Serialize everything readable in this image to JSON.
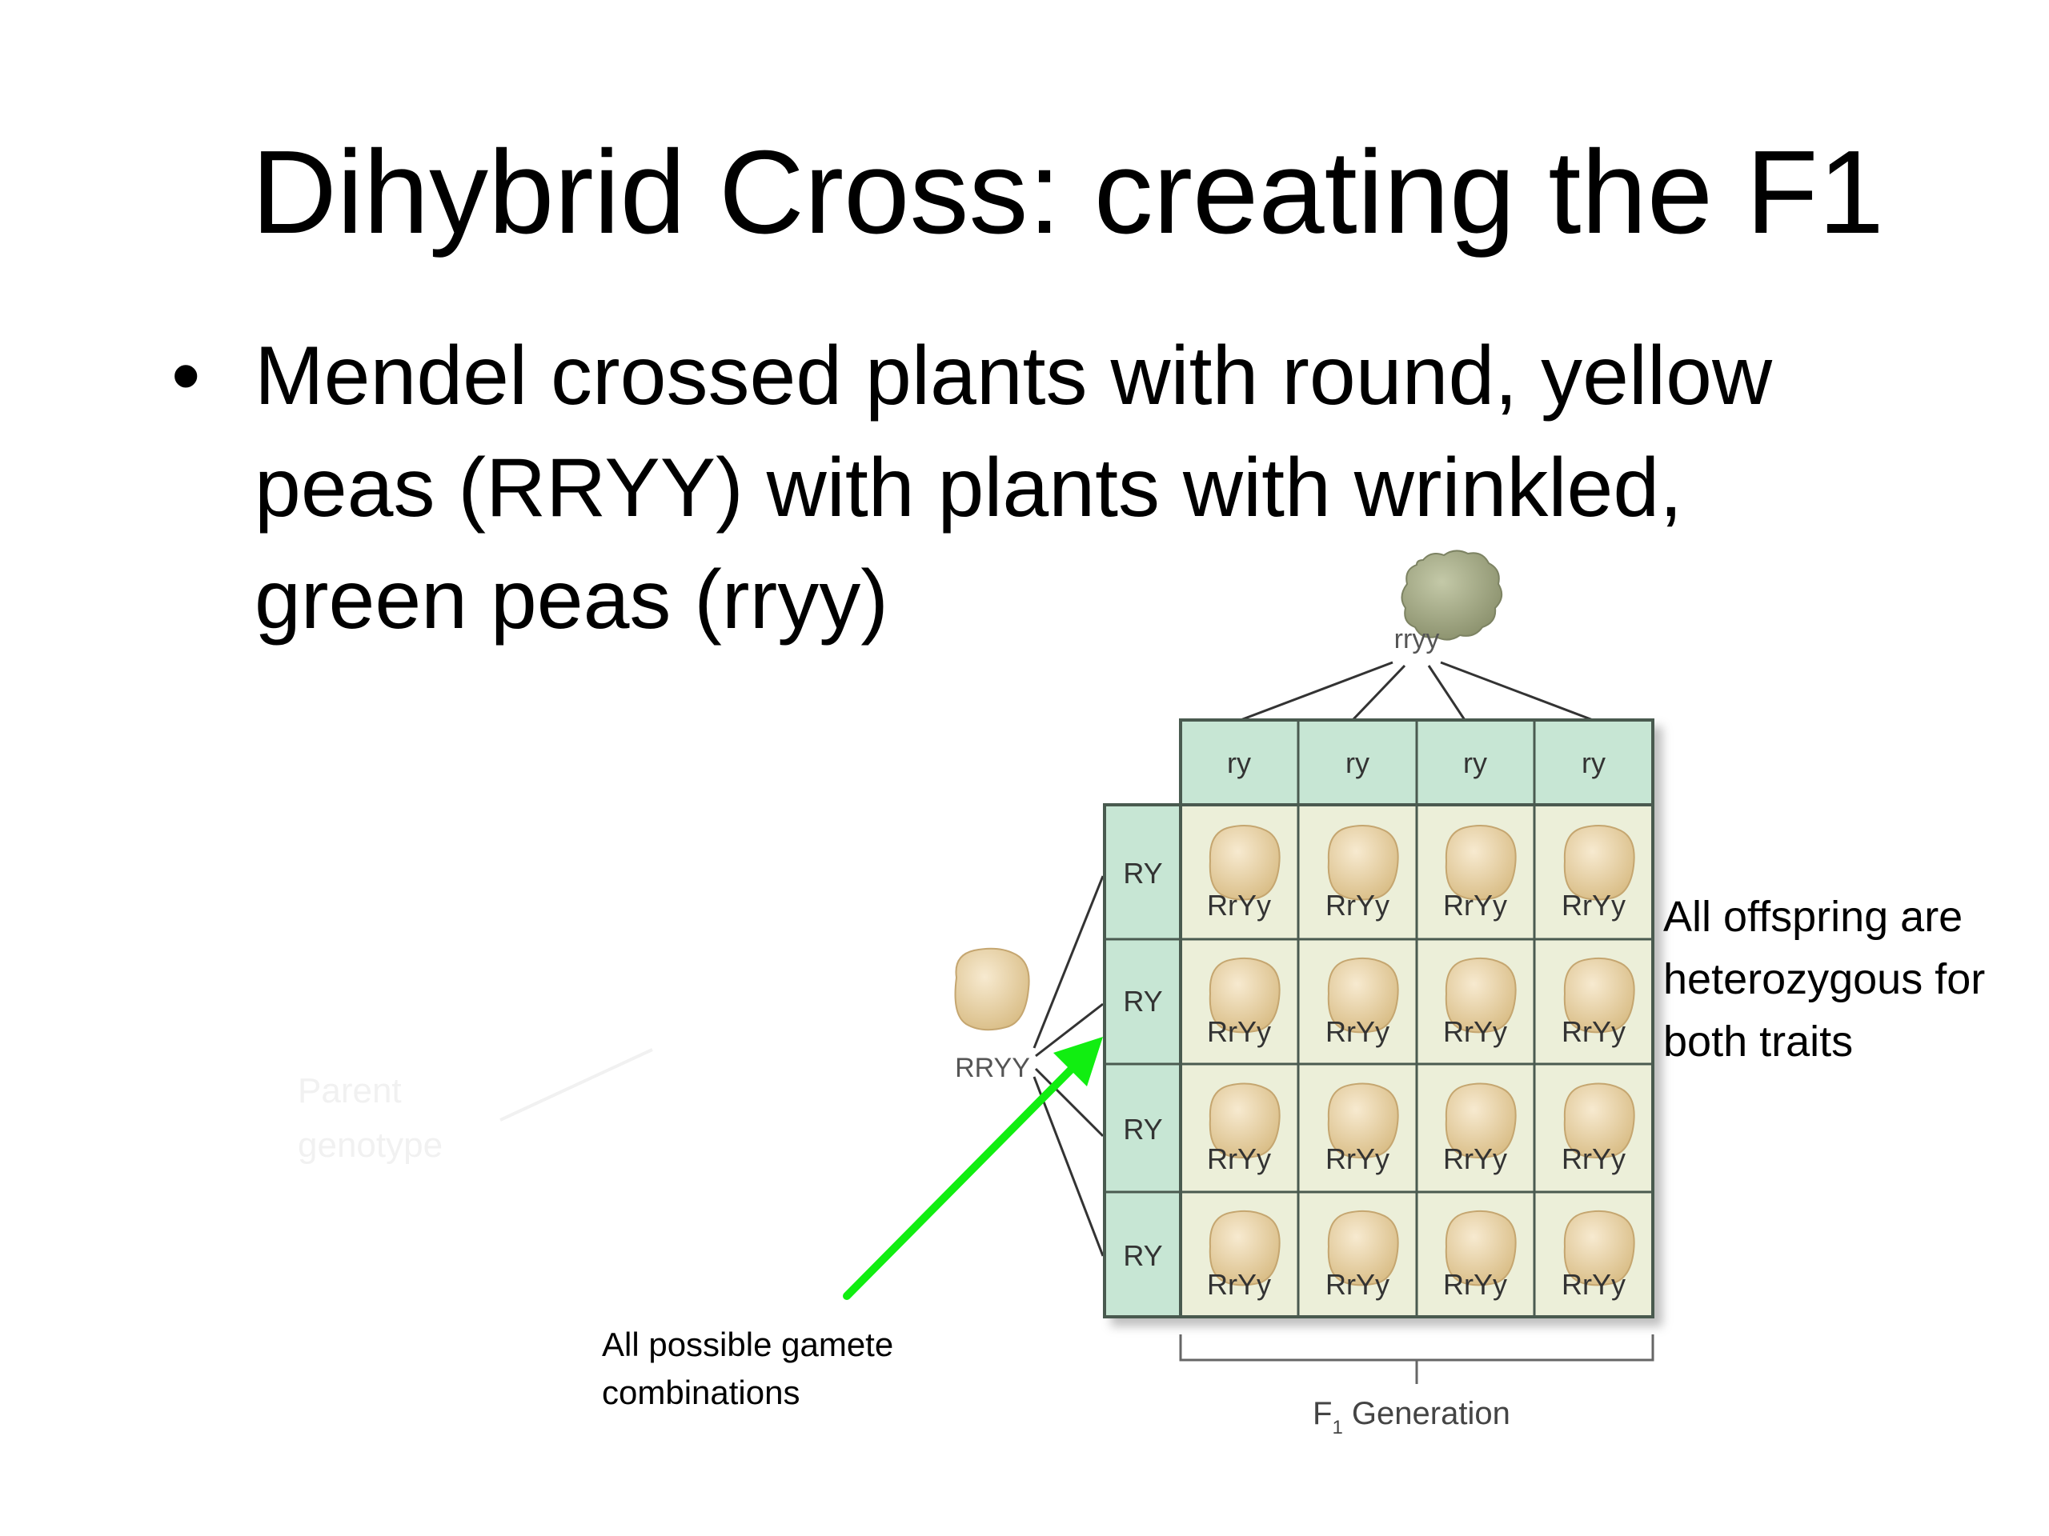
{
  "slide": {
    "title": "Dihybrid Cross: creating the F1",
    "bullet": "Mendel crossed plants with round, yellow peas (RRYY) with plants with wrinkled, green peas (rryy)"
  },
  "diagram": {
    "top_parent": {
      "genotype": "rryy",
      "pea": "wrinkled-green-pea"
    },
    "left_parent": {
      "genotype": "RRYY",
      "pea": "round-yellow-pea"
    },
    "column_gametes": [
      "ry",
      "ry",
      "ry",
      "ry"
    ],
    "row_gametes": [
      "RY",
      "RY",
      "RY",
      "RY"
    ],
    "offspring": [
      [
        "RrYy",
        "RrYy",
        "RrYy",
        "RrYy"
      ],
      [
        "RrYy",
        "RrYy",
        "RrYy",
        "RrYy"
      ],
      [
        "RrYy",
        "RrYy",
        "RrYy",
        "RrYy"
      ],
      [
        "RrYy",
        "RrYy",
        "RrYy",
        "RrYy"
      ]
    ],
    "generation_label": "F",
    "generation_subscript": "1",
    "generation_suffix": " Generation",
    "faded_label_line1": "Parent",
    "faded_label_line2": "genotype"
  },
  "annotations": {
    "offspring_note_line1": "All offspring are",
    "offspring_note_line2": "heterozygous for",
    "offspring_note_line3": "both traits",
    "gamete_note_line1": "All possible gamete",
    "gamete_note_line2": "combinations"
  },
  "colors": {
    "header_fill": "#c7e6d4",
    "cell_fill": "#ecefd9",
    "grid_stroke": "#4a5a50",
    "pea_yellow": "#e6cfa2",
    "pea_green": "#a7ad8a",
    "arrow_green": "#11ee11",
    "faded_text": "#f2f2f2"
  }
}
